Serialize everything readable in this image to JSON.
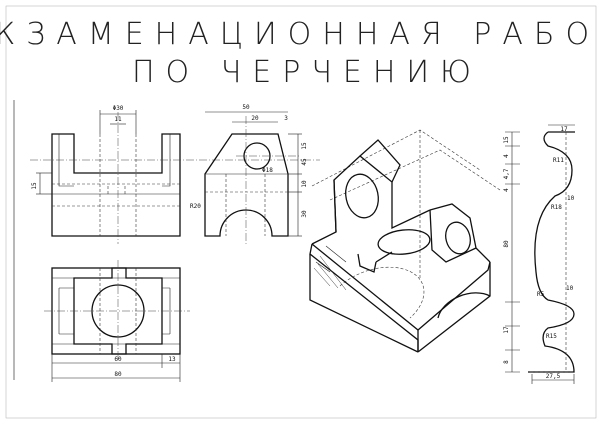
{
  "title": {
    "line1": "ЭКЗАМЕНАЦИОННАЯ РАБОТА",
    "line2": "ПО ЧЕРЧЕНИЮ"
  },
  "dimensions": {
    "front_top_width": "Φ30",
    "front_slot": "11",
    "front_left_height": "15",
    "front_bottom_a": "60",
    "front_bottom_b": "13",
    "front_bottom_total": "80",
    "side_top": "50",
    "side_inner": "20",
    "side_right": "3",
    "side_hole": "Φ18",
    "side_r": "R20",
    "side_h1": "15",
    "side_h2": "45",
    "side_h3": "10",
    "side_h4": "30",
    "vase_top": "17",
    "vase_r11": "R11",
    "vase_r18": "R18",
    "vase_10a": "10",
    "vase_h1": "15",
    "vase_h2": "4",
    "vase_h3": "4,7",
    "vase_h4": "4",
    "vase_h5": "80",
    "vase_r5": "R5",
    "vase_10b": "10",
    "vase_r15": "R15",
    "vase_h6": "17",
    "vase_h7": "8",
    "vase_bottom": "27,5"
  }
}
